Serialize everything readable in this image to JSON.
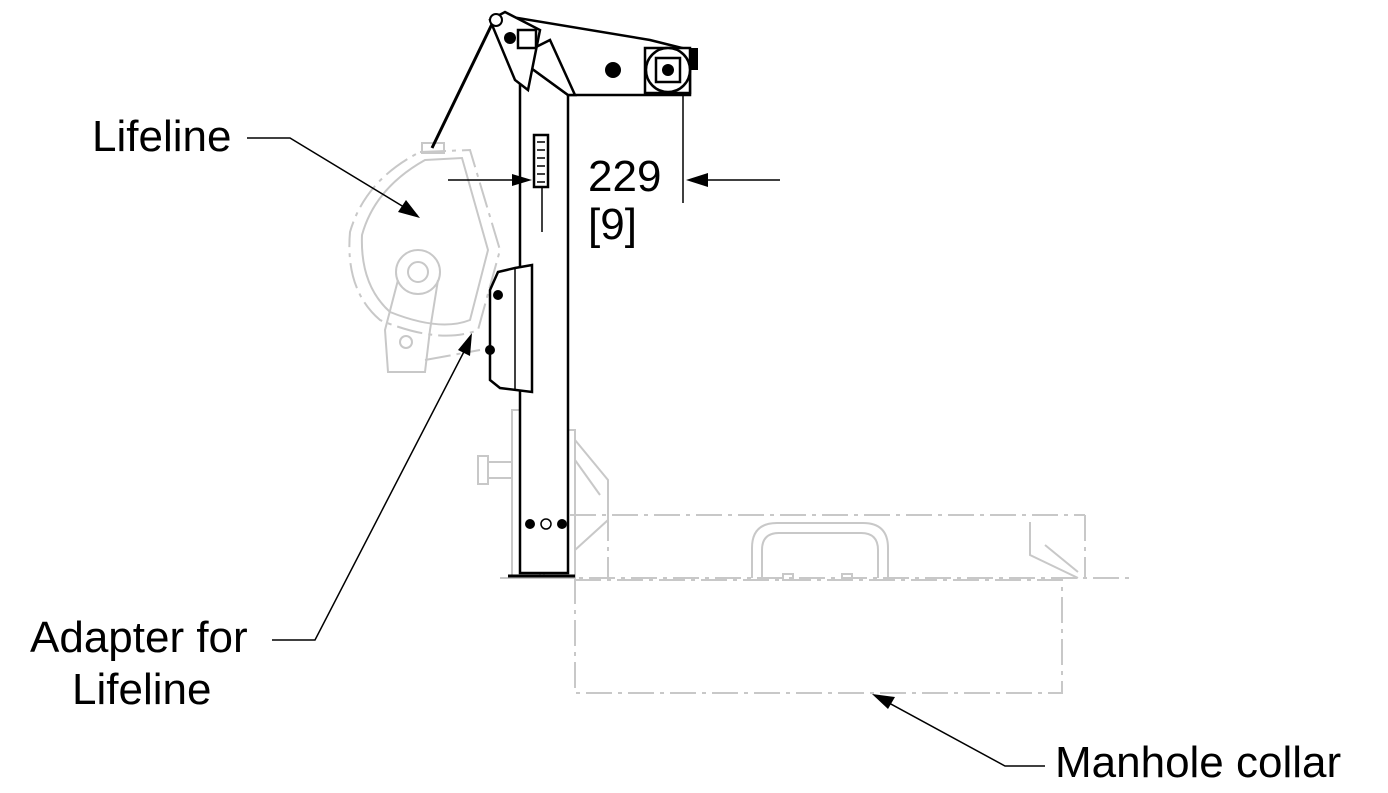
{
  "labels": {
    "lifeline": "Lifeline",
    "adapter_line1": "Adapter for",
    "adapter_line2": "Lifeline",
    "manhole_collar": "Manhole collar",
    "dimension_value": "229",
    "dimension_value_inch": "[9]"
  },
  "colors": {
    "drawing_line": "#000000",
    "hidden_line": "#c8c8c8"
  }
}
